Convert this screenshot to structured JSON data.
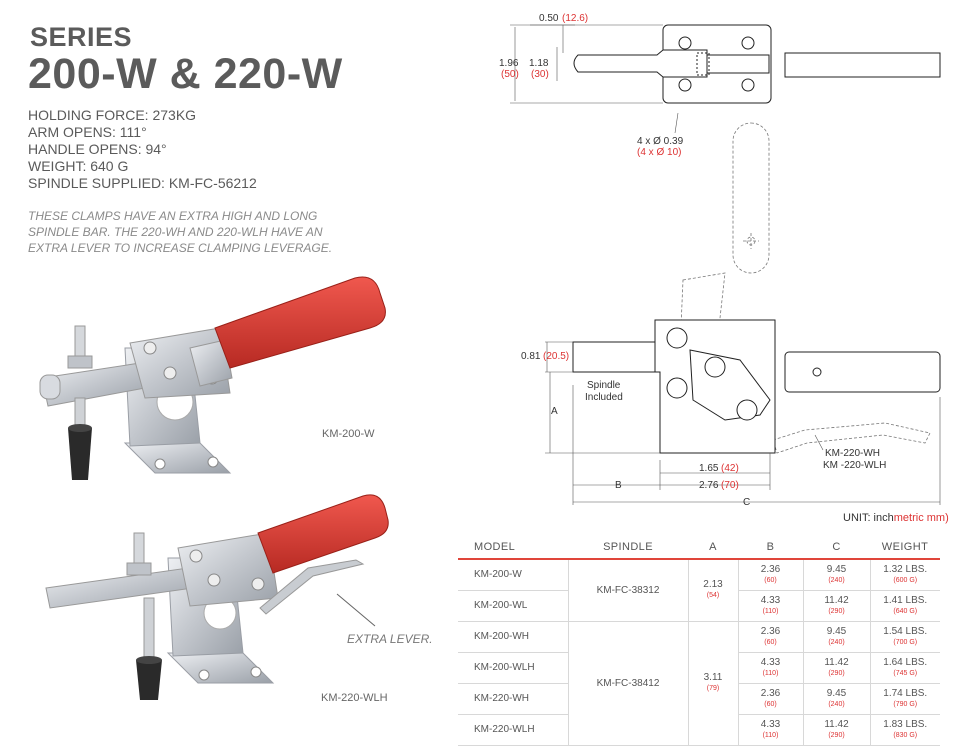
{
  "header": {
    "series": "SERIES",
    "models": "200-W & 220-W"
  },
  "specs": [
    "HOLDING FORCE: 273KG",
    "ARM OPENS: 111°",
    "HANDLE OPENS: 94°",
    "WEIGHT: 640 G",
    "SPINDLE SUPPLIED: KM-FC-56212"
  ],
  "description": "THESE CLAMPS HAVE AN EXTRA HIGH AND LONG SPINDLE BAR. THE 220-WH AND 220-WLH HAVE AN EXTRA LEVER TO INCREASE CLAMPING LEVERAGE.",
  "captions": {
    "km200w": "KM-200-W",
    "km220wlh": "KM-220-WLH",
    "extra_lever": "EXTRA LEVER."
  },
  "drawing": {
    "d_offset": "0.50",
    "d_offset_mm": "(12.6)",
    "d_height": "1.96",
    "d_height_mm": "(50)",
    "d_inner": "1.18",
    "d_inner_mm": "(30)",
    "holes": "4 x Ø 0.39",
    "holes_mm": "(4 x Ø 10)",
    "d_spindle": "0.81",
    "d_spindle_mm": "(20.5)",
    "spindle_label_1": "Spindle",
    "spindle_label_2": "Included",
    "label_a": "A",
    "label_b": "B",
    "label_c": "C",
    "d_165": "1.65",
    "d_165_mm": "(42)",
    "d_276": "2.76",
    "d_276_mm": "(70)",
    "variant_1": "KM-220-WH",
    "variant_2": "KM -220-WLH"
  },
  "units": {
    "inch": "UNIT: inch",
    "metric": "metric mm)"
  },
  "table": {
    "headers": [
      "MODEL",
      "SPINDLE",
      "A",
      "B",
      "C",
      "WEIGHT"
    ],
    "rows": [
      {
        "model": "KM-200-W",
        "b": "2.36",
        "b_mm": "(60)",
        "c": "9.45",
        "c_mm": "(240)",
        "w": "1.32 LBS.",
        "w_g": "(600 G)"
      },
      {
        "model": "KM-200-WL",
        "b": "4.33",
        "b_mm": "(110)",
        "c": "11.42",
        "c_mm": "(290)",
        "w": "1.41 LBS.",
        "w_g": "(640 G)"
      },
      {
        "model": "KM-200-WH",
        "b": "2.36",
        "b_mm": "(60)",
        "c": "9.45",
        "c_mm": "(240)",
        "w": "1.54 LBS.",
        "w_g": "(700 G)"
      },
      {
        "model": "KM-200-WLH",
        "b": "4.33",
        "b_mm": "(110)",
        "c": "11.42",
        "c_mm": "(290)",
        "w": "1.64 LBS.",
        "w_g": "(745 G)"
      },
      {
        "model": "KM-220-WH",
        "b": "2.36",
        "b_mm": "(60)",
        "c": "9.45",
        "c_mm": "(240)",
        "w": "1.74 LBS.",
        "w_g": "(790 G)"
      },
      {
        "model": "KM-220-WLH",
        "b": "4.33",
        "b_mm": "(110)",
        "c": "11.42",
        "c_mm": "(290)",
        "w": "1.83 LBS.",
        "w_g": "(830 G)"
      }
    ],
    "group1": {
      "spindle": "KM-FC-38312",
      "a": "2.13",
      "a_mm": "(54)"
    },
    "group2": {
      "spindle": "KM-FC-38412",
      "a": "3.11",
      "a_mm": "(79)"
    }
  },
  "colors": {
    "handle_red": "#d93a32",
    "metal": "#c9ccd1",
    "accent_line": "#e0453a",
    "metric_red": "#dd3333"
  }
}
